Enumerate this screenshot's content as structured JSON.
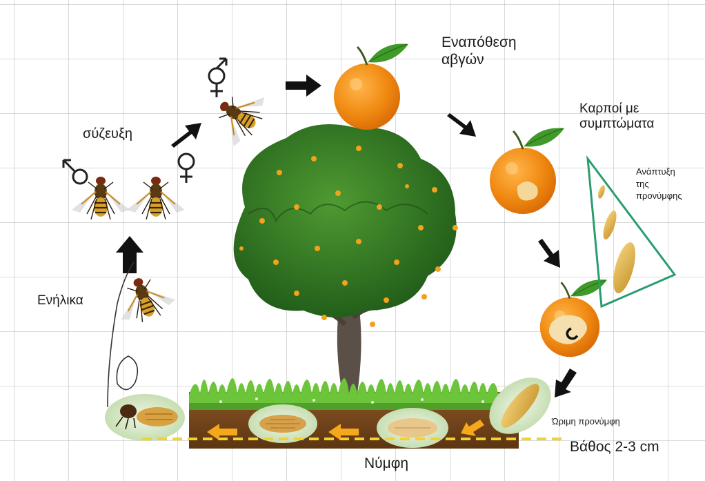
{
  "labels": {
    "oviposition": "Εναπόθεση\nαβγών",
    "symptomatic_fruit": "Καρποί με\nσυμπτώματα",
    "larval_development": "Ανάπτυξη\nτης\nπρονύμφης",
    "mating": "σύζευξη",
    "adults": "Ενήλικα",
    "mature_larva": "Ώριμη προνύμφη",
    "depth": "Βάθος 2-3 cm",
    "pupa": "Νύμφη"
  },
  "colors": {
    "orange": "#f08a12",
    "leaf": "#3f9a2a",
    "foliage": "#2f6f1f",
    "soil": "#7a4a1c",
    "grass": "#6cc43a",
    "triangle": "#2a9d6e",
    "arrow": "#111111",
    "soil_arrow": "#f5a81c",
    "depth_line": "#f2d22e"
  },
  "icons": [
    "male-symbol-icon",
    "female-symbol-icon",
    "medfly-icon",
    "orange-fruit-icon",
    "larva-icon",
    "pupa-icon",
    "tree-icon"
  ]
}
